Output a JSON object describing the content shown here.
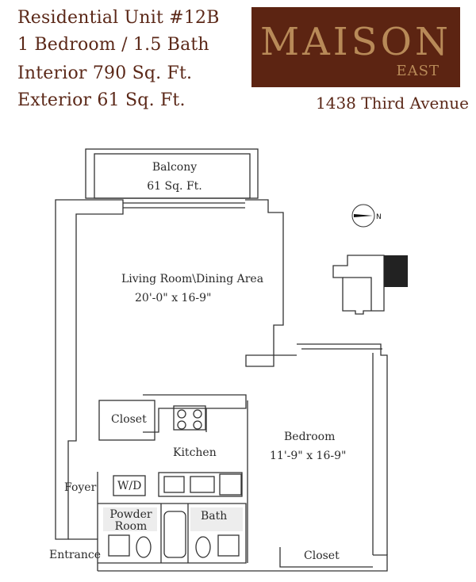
{
  "header": {
    "unit": "Residential Unit #12B",
    "beds_baths": "1 Bedroom / 1.5 Bath",
    "interior": "Interior 790 Sq. Ft.",
    "exterior": "Exterior 61 Sq. Ft."
  },
  "logo": {
    "brand": "MAISON",
    "sub": "EAST"
  },
  "address": "1438 Third Avenue",
  "compass": {
    "label": "N",
    "icon": "north-arrow-icon"
  },
  "rooms": {
    "balcony": "Balcony",
    "balcony_area": "61 Sq. Ft.",
    "living": "Living Room\\Dining Area",
    "living_dims": "20'-0\" x 16-9\"",
    "closet": "Closet",
    "kitchen": "Kitchen",
    "bedroom": "Bedroom",
    "bedroom_dims": "11'-9\" x 16-9\"",
    "foyer": "Foyer",
    "wd": "W/D",
    "powder": "Powder Room",
    "bath": "Bath",
    "entrance": "Entrance",
    "closet2": "Closet"
  },
  "colors": {
    "brand": "#5c2412",
    "brand_text": "#b88a58",
    "heading": "#5b2818",
    "walls": "#333333"
  }
}
